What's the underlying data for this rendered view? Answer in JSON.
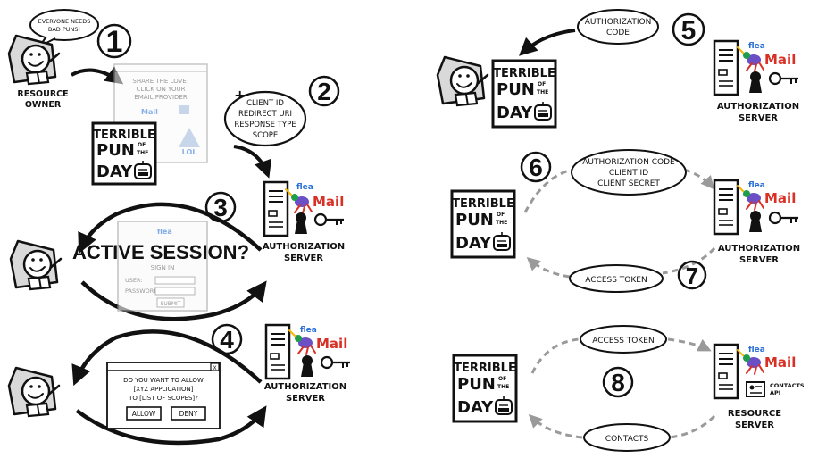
{
  "steps": [
    "1",
    "2",
    "3",
    "4",
    "5",
    "6",
    "7",
    "8"
  ],
  "speech_bubble": [
    "EVERYONE NEEDS",
    "BAD PUNS!"
  ],
  "resource_owner": [
    "RESOURCE",
    "OWNER"
  ],
  "app_logo": {
    "l1": "TERRIBLE",
    "pun": "PUN",
    "of": "OF",
    "the": "THE",
    "day": "DAY"
  },
  "email_logo": {
    "flea": "flea",
    "mail": "Mail"
  },
  "browser_page": {
    "lines": [
      "SHARE THE LOVE!",
      "CLICK ON YOUR",
      "EMAIL PROVIDER"
    ],
    "lol": "LOL"
  },
  "request_params": {
    "plus": "+",
    "items": [
      "CLIENT ID",
      "REDIRECT URI",
      "RESPONSE TYPE",
      "SCOPE"
    ]
  },
  "auth_server": [
    "AUTHORIZATION",
    "SERVER"
  ],
  "resource_server": [
    "RESOURCE",
    "SERVER"
  ],
  "contacts_api": [
    "CONTACTS",
    "API"
  ],
  "login": {
    "headline": "ACTIVE SESSION?",
    "sign_in": "SIGN IN",
    "user_label": "USER:",
    "password_label": "PASSWORD:",
    "submit": "SUBMIT"
  },
  "consent": {
    "close": "X",
    "lines": [
      "DO YOU WANT TO ALLOW",
      "[XYZ APPLICATION]",
      "TO [LIST OF SCOPES]?"
    ],
    "allow": "ALLOW",
    "deny": "DENY"
  },
  "messages": {
    "auth_code": [
      "AUTHORIZATION",
      "CODE"
    ],
    "token_request": [
      "AUTHORIZATION CODE",
      "CLIENT ID",
      "CLIENT SECRET"
    ],
    "access_token": "ACCESS TOKEN",
    "access_token_2": "ACCESS TOKEN",
    "contacts": "CONTACTS"
  },
  "colors": {
    "ink": "#111111",
    "grey_arrow": "#9a9a9a",
    "red": "#d93025",
    "blue": "#2a6fd6",
    "green": "#1e9e4a",
    "yellow": "#f2b705",
    "purple": "#6a4fc6"
  }
}
